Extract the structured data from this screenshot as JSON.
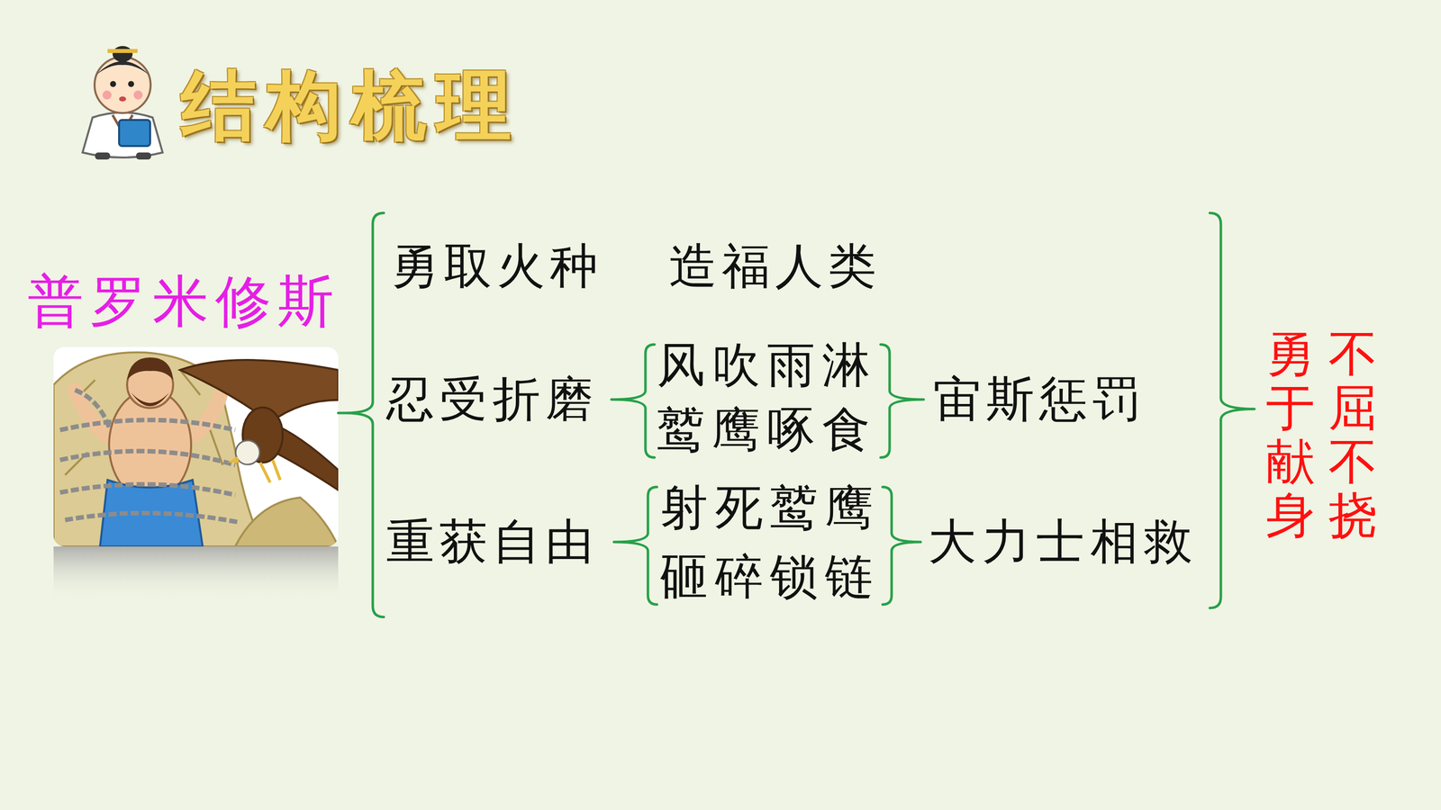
{
  "diagram": {
    "title": "结构梳理",
    "labels": [
      "普罗米修斯",
      "勇取火种",
      "造福人类",
      "忍受折磨",
      "风吹雨淋",
      "鹫鹰啄食",
      "宙斯惩罚",
      "重获自由",
      "射死鹫鹰",
      "砸碎锁链",
      "大力士相救",
      "勇于献身",
      "不屈不挠"
    ]
  }
}
